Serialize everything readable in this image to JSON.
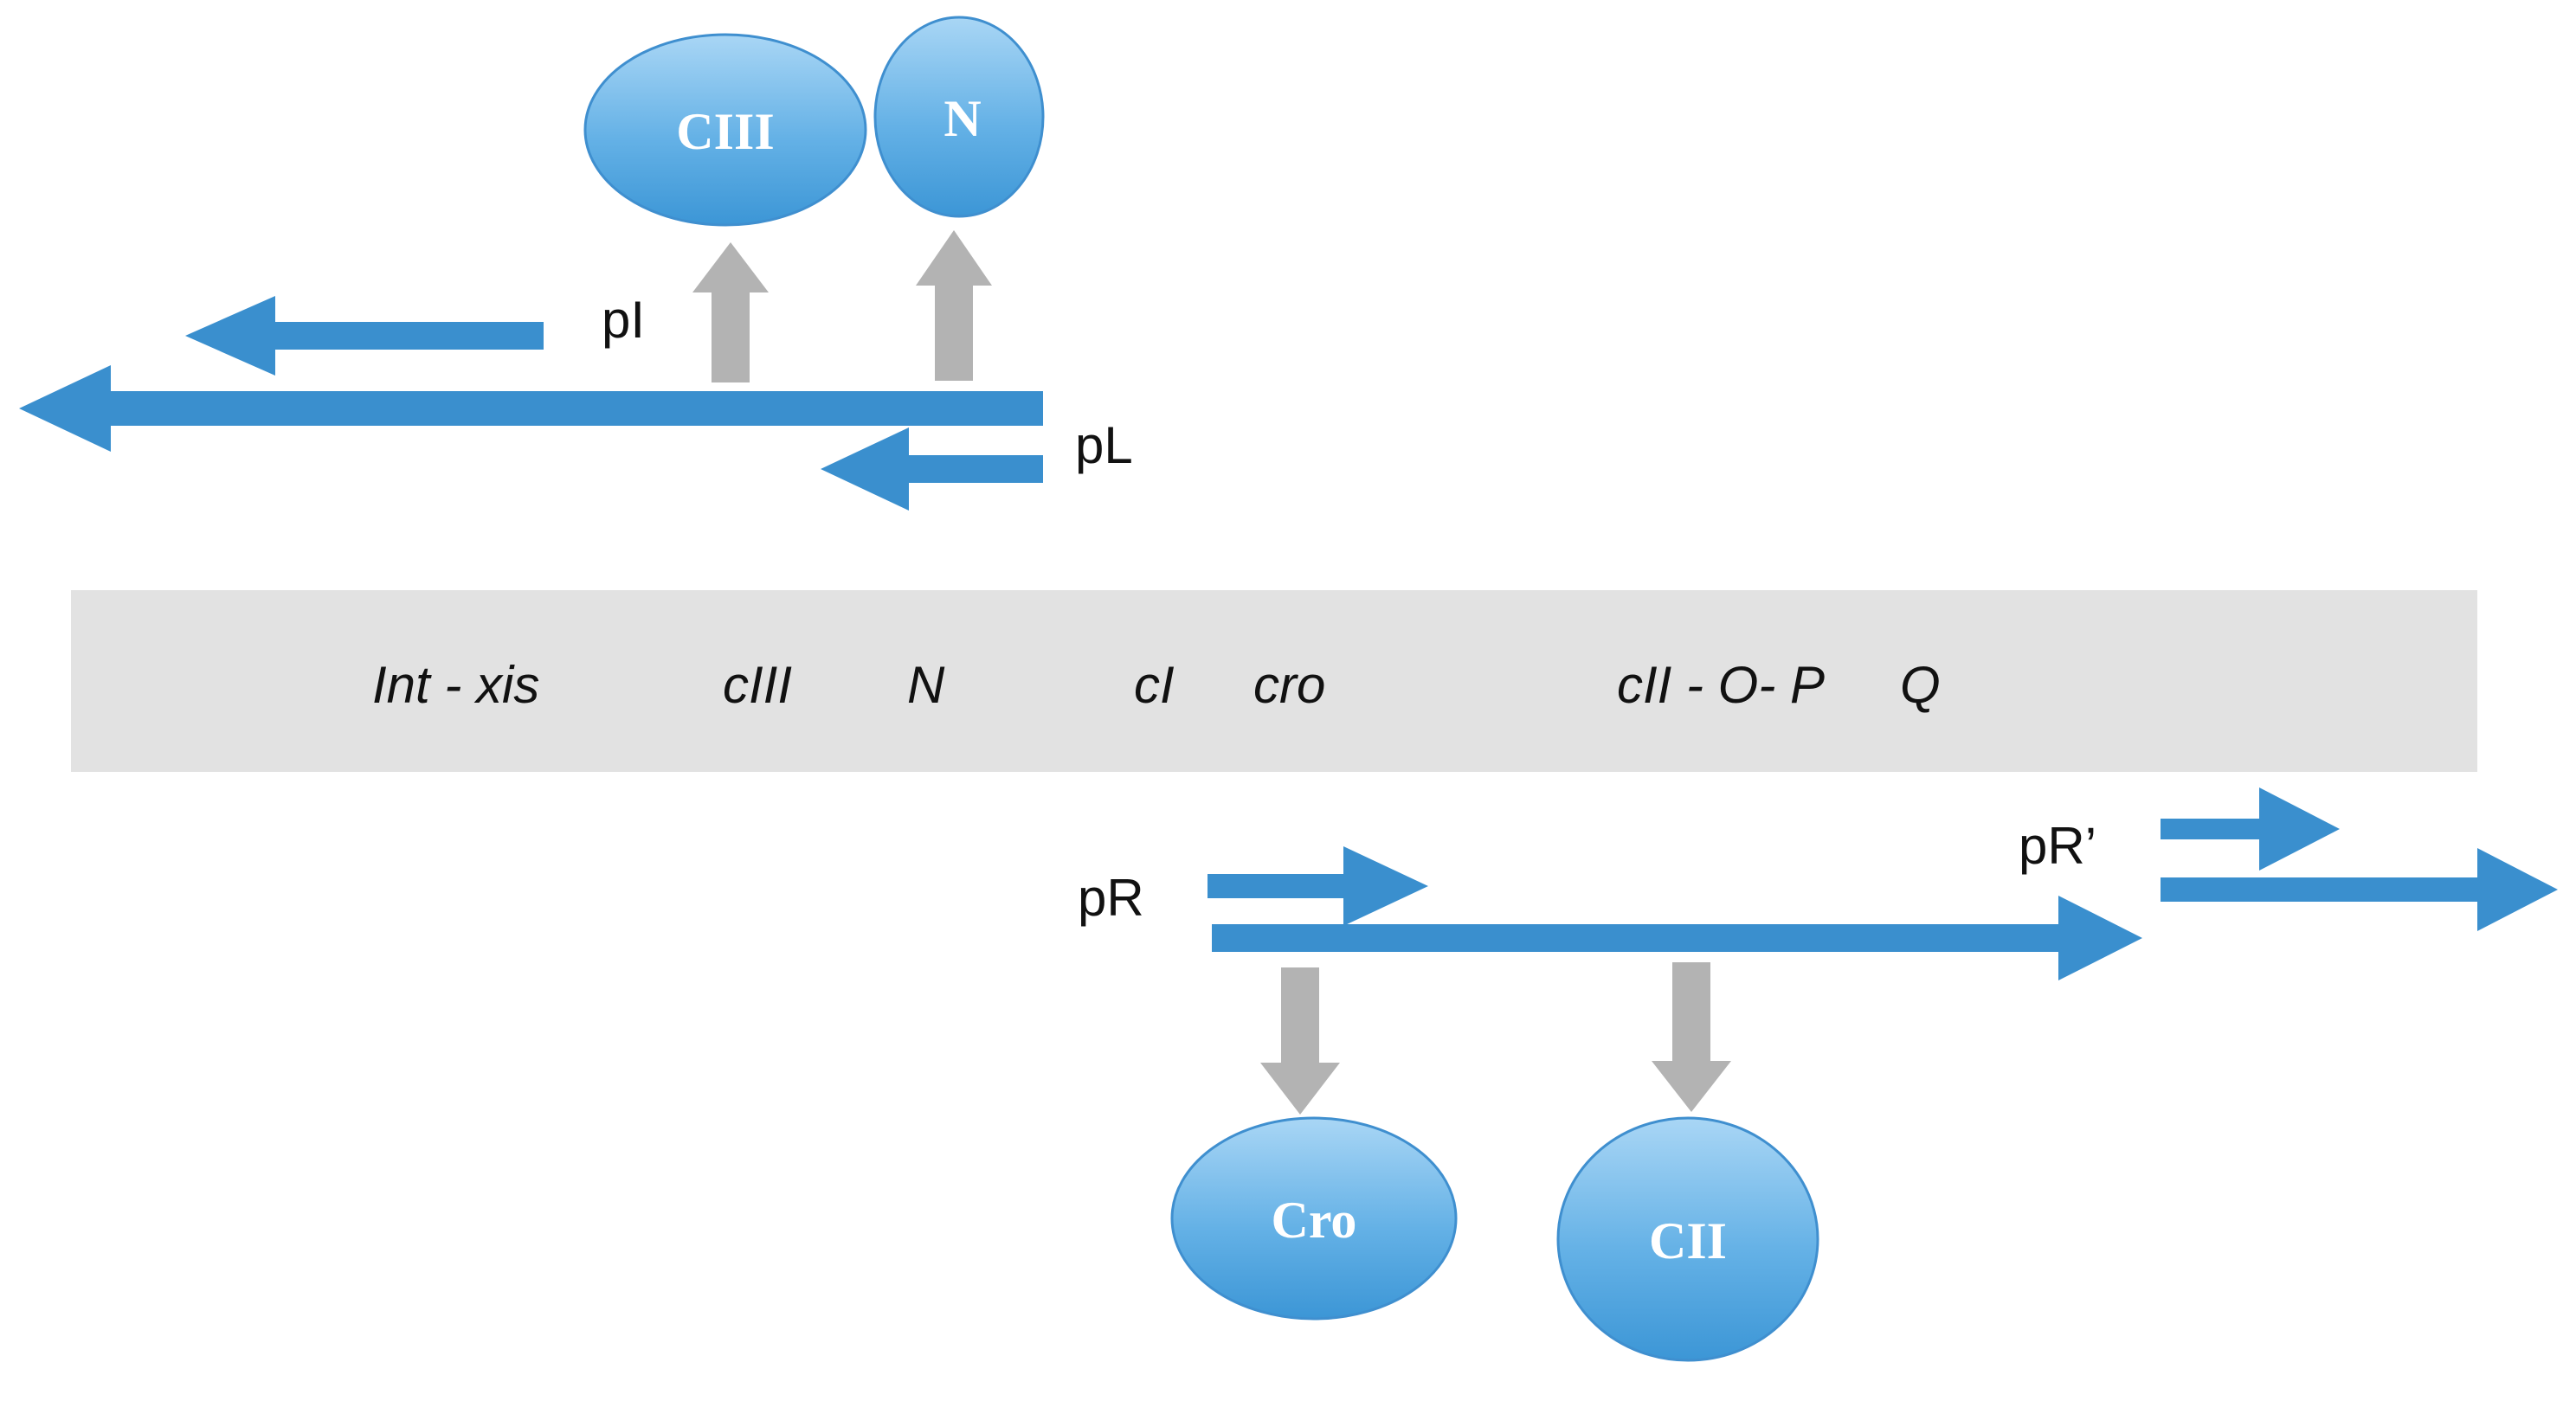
{
  "colors": {
    "arrow": "#3a8fce",
    "regulation_arrow": "#b3b3b3",
    "genome_bar": "#e2e2e2",
    "protein_fill_light": "#a9d6f5",
    "protein_fill_dark": "#3c96d6",
    "protein_stroke": "#3f8fcf"
  },
  "genome": {
    "genes": {
      "int_xis": "Int - xis",
      "ciii": "cIII",
      "n": "N",
      "ci": "cI",
      "cro": "cro",
      "cii_o_p": "cII - O- P",
      "q": "Q"
    }
  },
  "promoters": {
    "pi": "pI",
    "pl": "pL",
    "pr": "pR",
    "pr_prime": "pR’"
  },
  "proteins": {
    "ciii": "CIII",
    "n": "N",
    "cro": "Cro",
    "cii": "CII"
  }
}
